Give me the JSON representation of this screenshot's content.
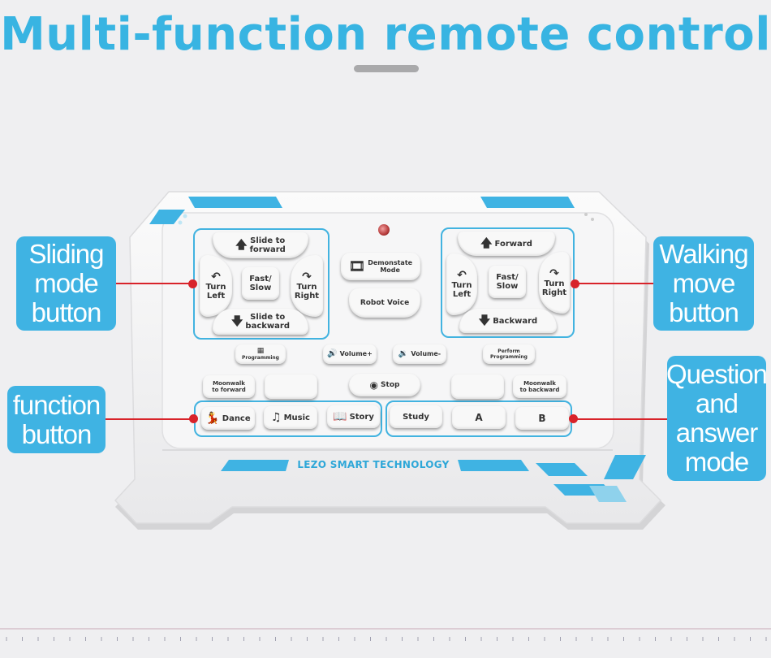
{
  "title": "Multi-function remote control",
  "callouts": {
    "sliding": "Sliding\nmode\nbutton",
    "walking": "Walking\nmove\nbutton",
    "function": "function\nbutton",
    "qa": "Question\nand\nanswer\nmode"
  },
  "brand": "LEZO SMART TECHNOLOGY",
  "sliding_pad": {
    "forward": "Slide to\nforward",
    "left": "Turn\nLeft",
    "center": "Fast/\nSlow",
    "right": "Turn\nRight",
    "backward": "Slide to\nbackward"
  },
  "walking_pad": {
    "forward": "Forward",
    "left": "Turn\nLeft",
    "center": "Fast/\nSlow",
    "right": "Turn\nRight",
    "backward": "Backward"
  },
  "middle": {
    "demonstrate": "Demonstate\nMode",
    "robot_voice": "Robot Voice"
  },
  "row1": {
    "programming": "Programming",
    "volume_up": "Volume+",
    "volume_down": "Volume-",
    "perform_programming": "Perform\nProgramming"
  },
  "row2": {
    "moonwalk_forward": "Moonwalk\nto forward",
    "stop": "Stop",
    "moonwalk_backward": "Moonwalk\nto backward"
  },
  "functions": {
    "dance": "Dance",
    "music": "Music",
    "story": "Story"
  },
  "qa": {
    "study": "Study",
    "a": "A",
    "b": "B"
  },
  "colors": {
    "accent": "#3fb3e3",
    "callout_line": "#d8232a",
    "background": "#efeff1"
  },
  "icons": {
    "up": "up-arrow-icon",
    "down": "down-arrow-icon",
    "turn_left": "turn-left-arrow-icon",
    "turn_right": "turn-right-arrow-icon",
    "film": "film-reel-icon",
    "windows": "windows-logo-icon",
    "speaker": "speaker-icon",
    "stop": "stop-icon",
    "dance": "dancer-icon",
    "music": "music-note-icon",
    "book": "book-icon"
  }
}
